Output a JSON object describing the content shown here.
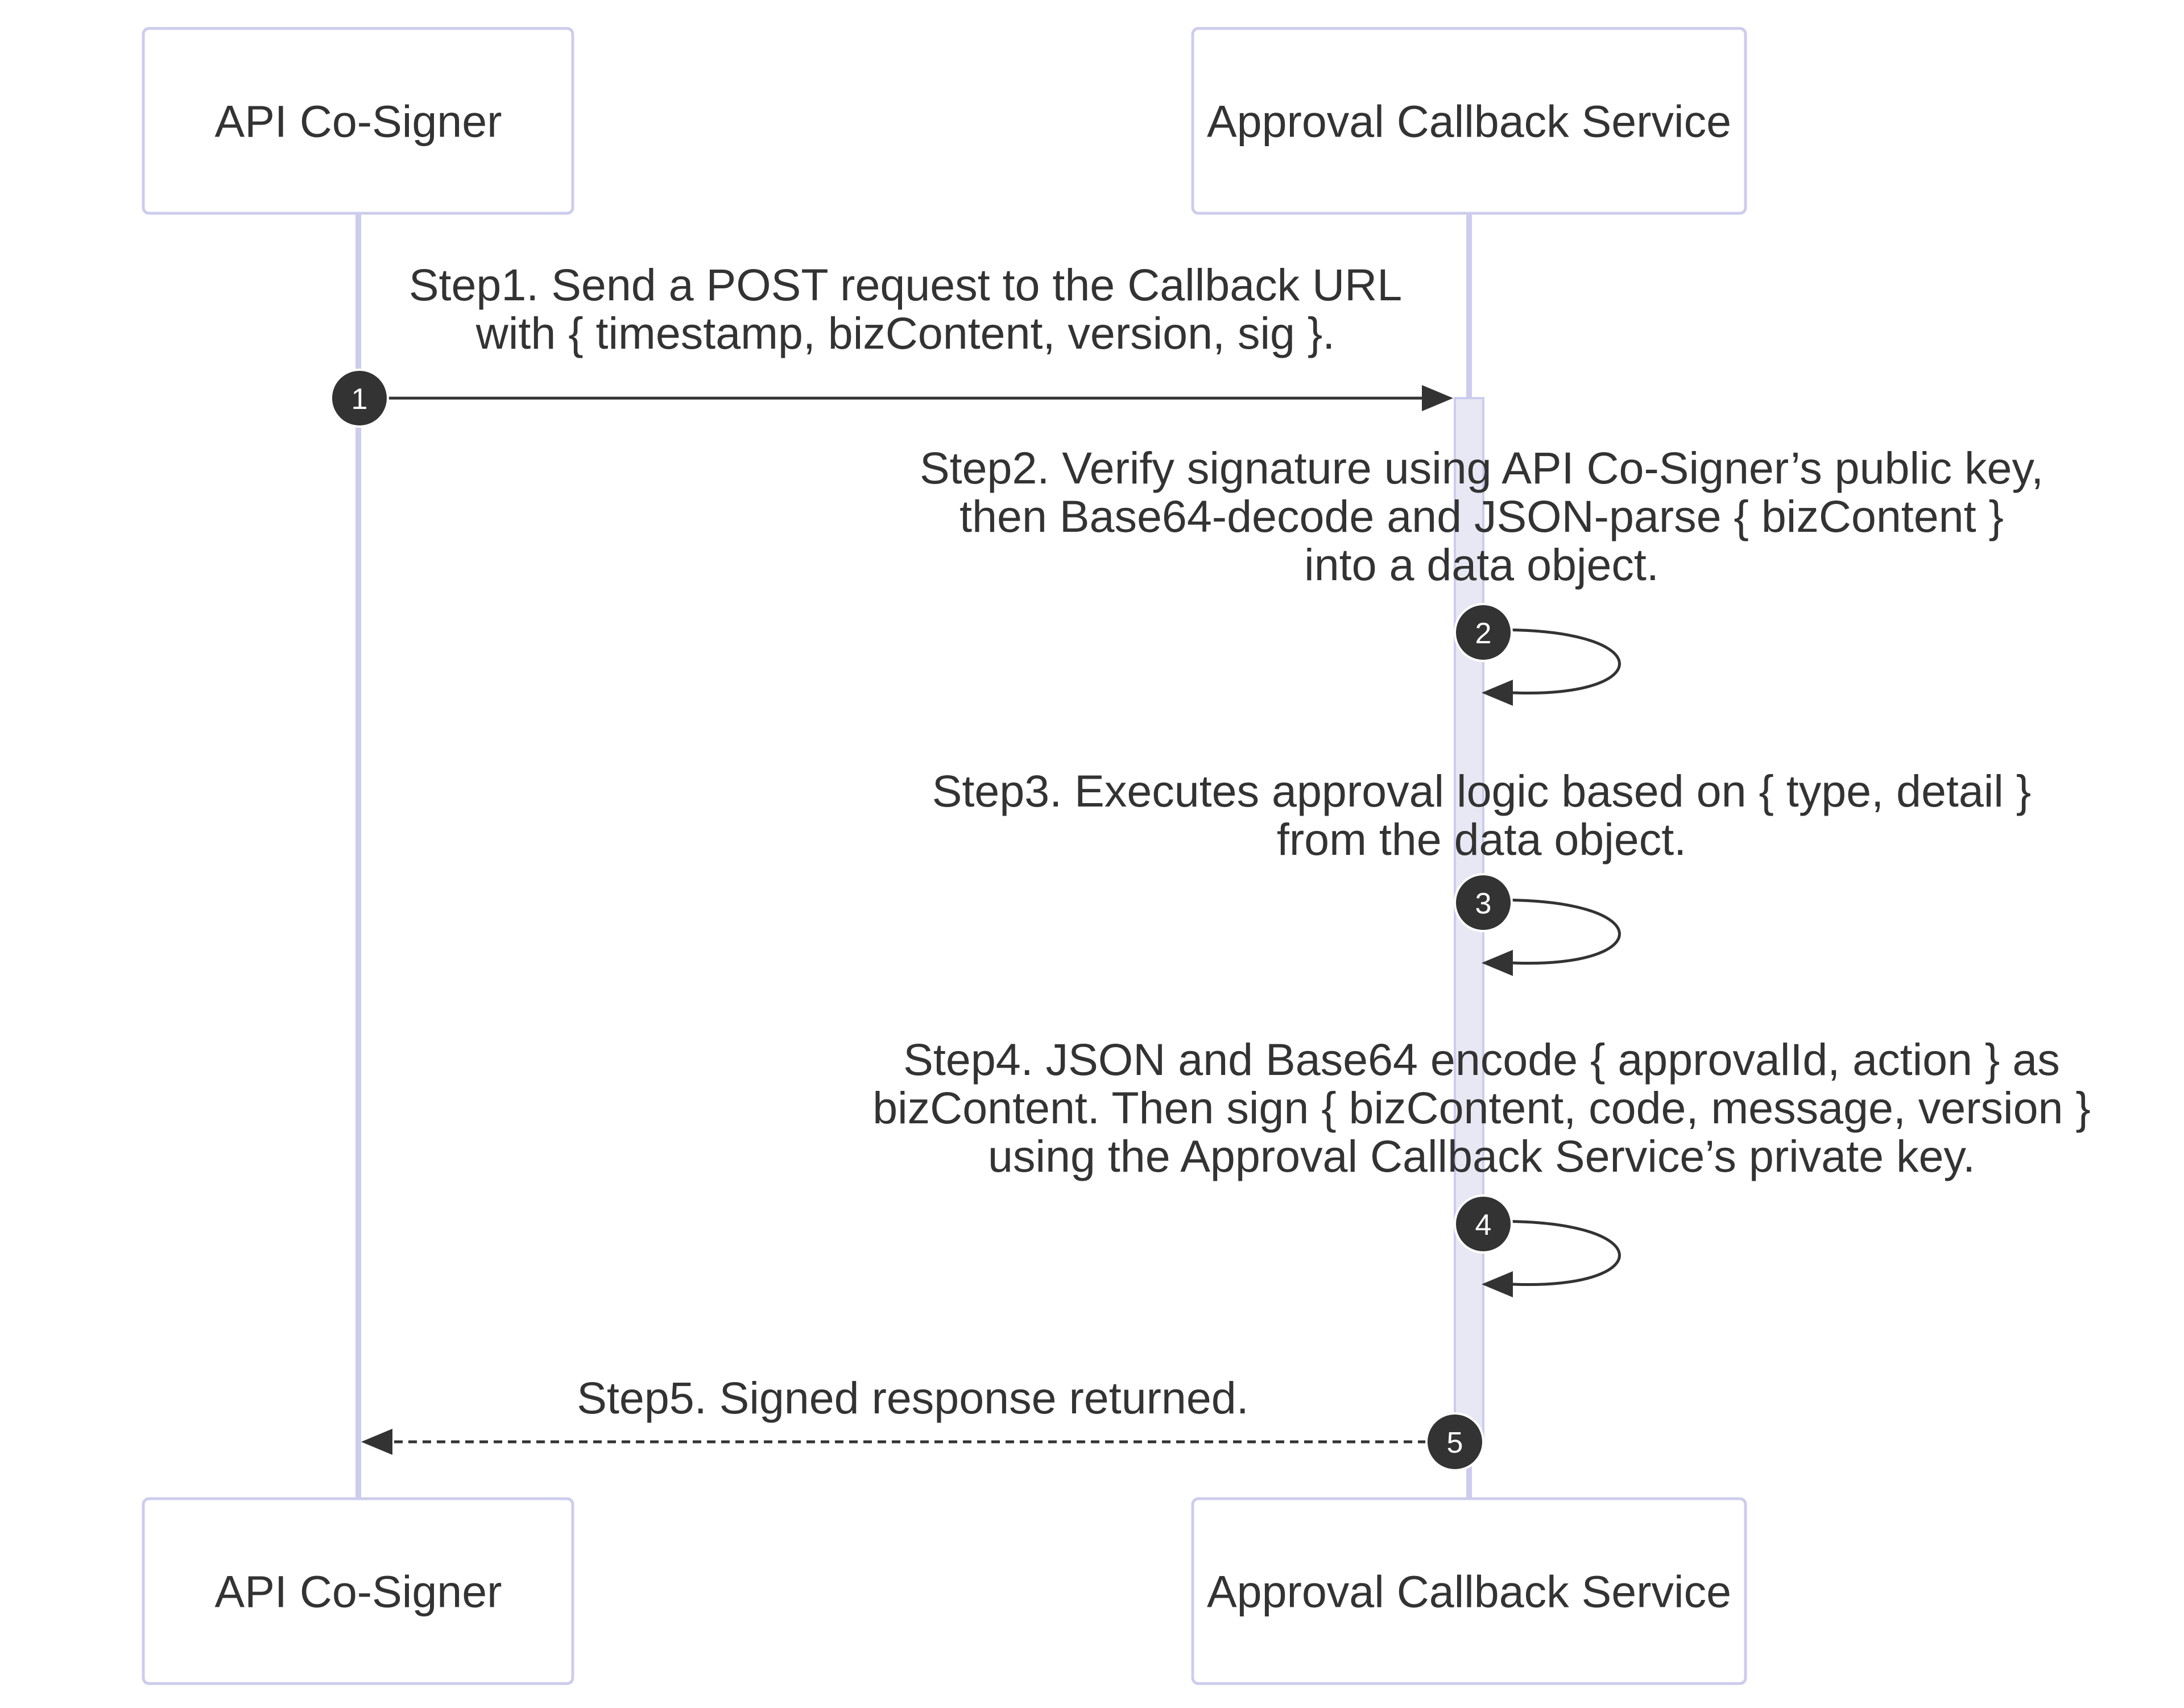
{
  "actors": [
    {
      "id": "cosigner",
      "label": "API Co-Signer"
    },
    {
      "id": "callback",
      "label": "Approval Callback Service"
    }
  ],
  "messages": [
    {
      "number": "1",
      "from": "cosigner",
      "to": "callback",
      "style": "solid",
      "lines": [
        "Step1. Send a POST request to the Callback URL",
        "with { timestamp, bizContent, version, sig }."
      ]
    },
    {
      "number": "2",
      "from": "callback",
      "to": "callback",
      "style": "solid",
      "lines": [
        "Step2. Verify signature using API Co-Signer’s public key,",
        "then Base64-decode and JSON-parse { bizContent }",
        "into a data object."
      ]
    },
    {
      "number": "3",
      "from": "callback",
      "to": "callback",
      "style": "solid",
      "lines": [
        "Step3. Executes approval logic based on { type, detail }",
        "from the data object."
      ]
    },
    {
      "number": "4",
      "from": "callback",
      "to": "callback",
      "style": "solid",
      "lines": [
        "Step4. JSON and Base64 encode { approvalId, action } as",
        "bizContent. Then sign { bizContent, code, message, version }",
        "using the Approval Callback Service’s private key."
      ]
    },
    {
      "number": "5",
      "from": "callback",
      "to": "cosigner",
      "style": "dashed",
      "lines": [
        "Step5. Signed response returned."
      ]
    }
  ],
  "colors": {
    "actor_border": "#ccccee",
    "lifeline": "#ccccee",
    "activation_fill": "#e8e8f4",
    "text": "#333333",
    "badge_fill": "#333333"
  }
}
